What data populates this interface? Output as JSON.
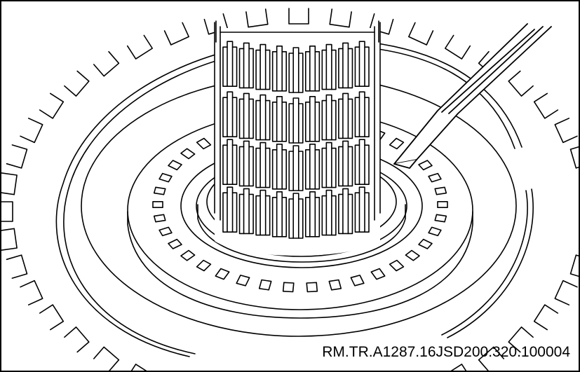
{
  "figure": {
    "code": "RM.TR.A1287.16JSD200.320.100004",
    "line_color": "#000000",
    "background": "#ffffff"
  },
  "parts": [
    "outer-clutch-drum-teeth",
    "retaining-snap-ring",
    "hub-gear-teeth",
    "clutch-disc-stack",
    "screwdriver-tool"
  ]
}
